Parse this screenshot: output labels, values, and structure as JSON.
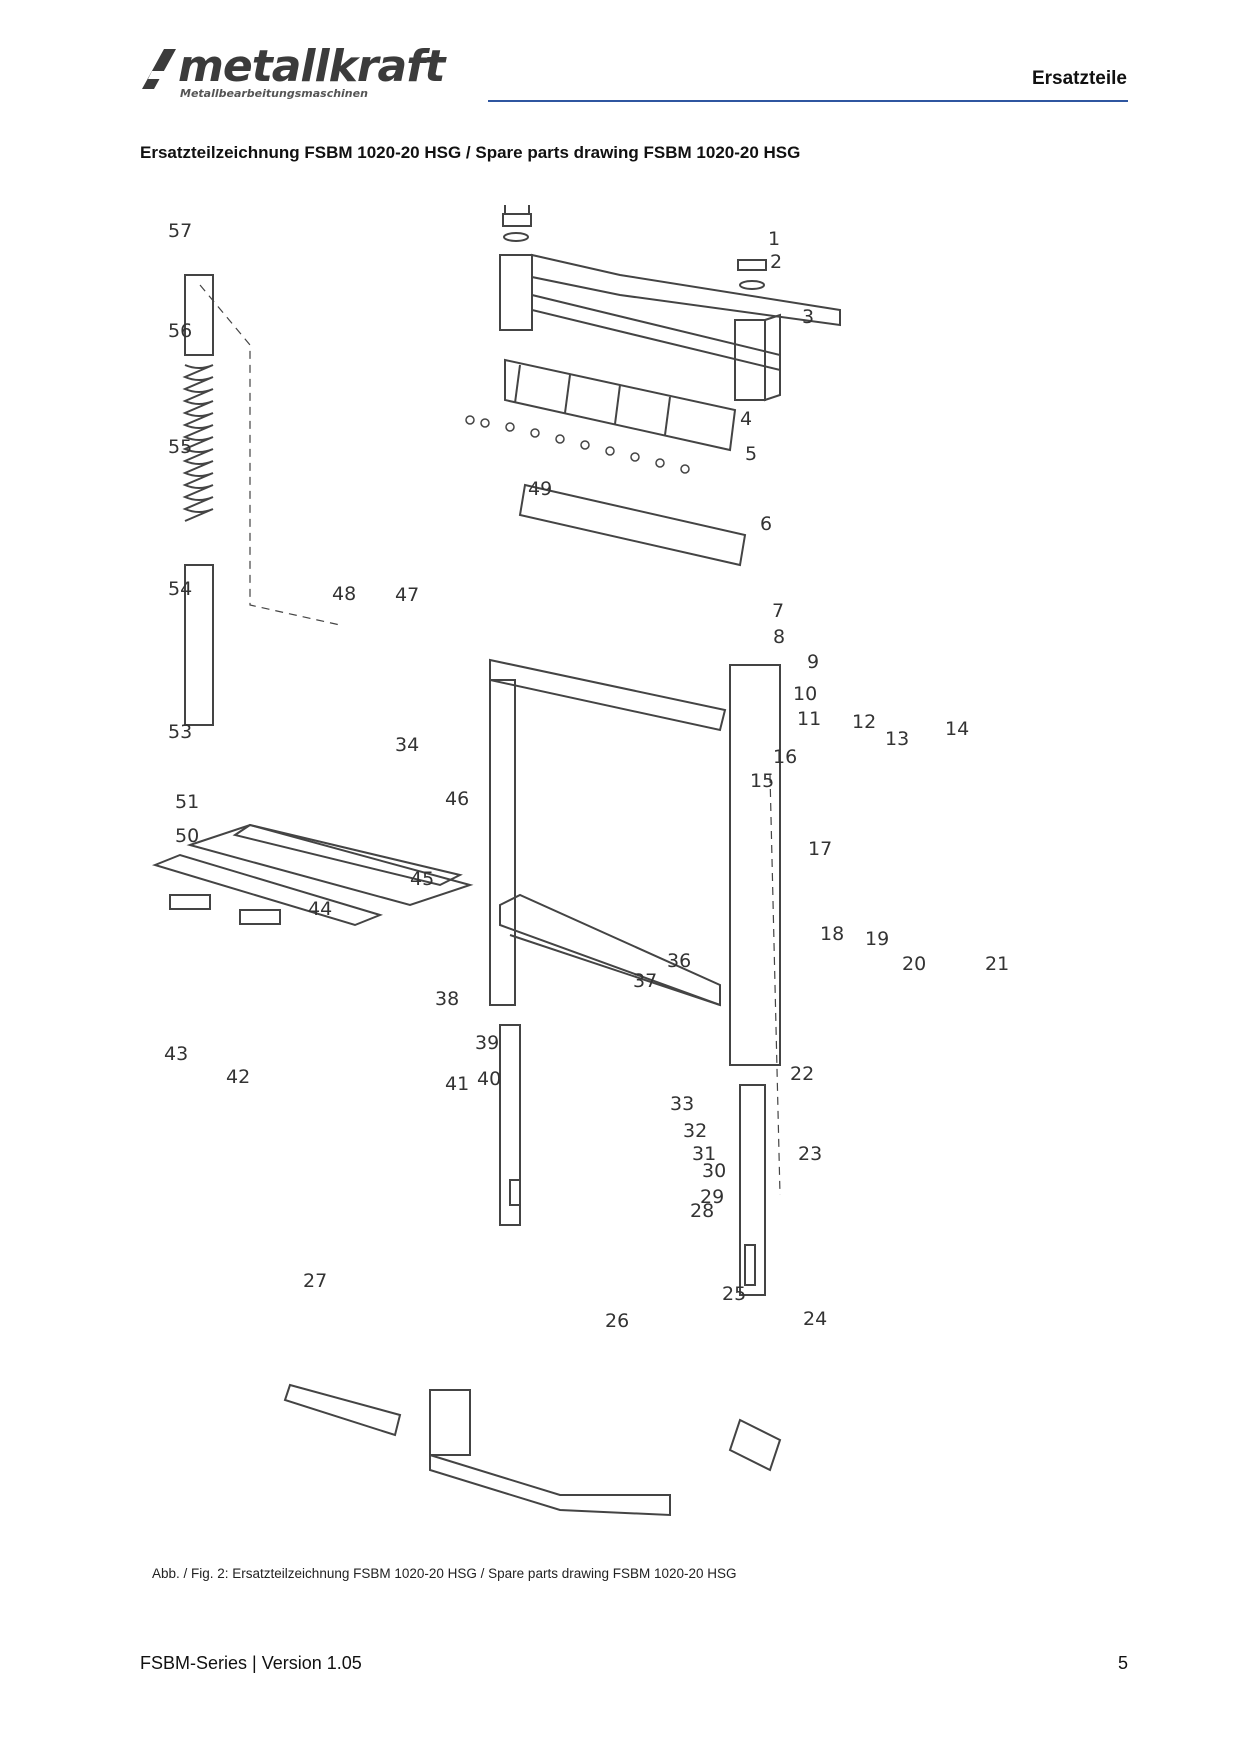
{
  "header": {
    "logo_name": "metallkraft",
    "logo_tagline": "Metallbearbeitungsmaschinen",
    "section": "Ersatzteile",
    "accent_color": "#2f56a0"
  },
  "title": "Ersatzteilzeichnung FSBM 1020-20 HSG / Spare parts drawing FSBM 1020-20 HSG",
  "callouts": [
    "1",
    "2",
    "3",
    "4",
    "5",
    "6",
    "7",
    "8",
    "9",
    "10",
    "11",
    "12",
    "13",
    "14",
    "15",
    "16",
    "17",
    "18",
    "19",
    "20",
    "21",
    "22",
    "23",
    "24",
    "25",
    "26",
    "27",
    "28",
    "29",
    "30",
    "31",
    "32",
    "33",
    "34",
    "36",
    "37",
    "38",
    "39",
    "40",
    "41",
    "42",
    "43",
    "44",
    "45",
    "46",
    "47",
    "48",
    "49",
    "50",
    "51",
    "53",
    "54",
    "55",
    "56",
    "57"
  ],
  "caption": "Abb. / Fig. 2: Ersatzteilzeichnung FSBM 1020-20 HSG / Spare parts drawing FSBM 1020-20 HSG",
  "footer": {
    "left": "FSBM-Series | Version 1.05",
    "page": "5"
  }
}
